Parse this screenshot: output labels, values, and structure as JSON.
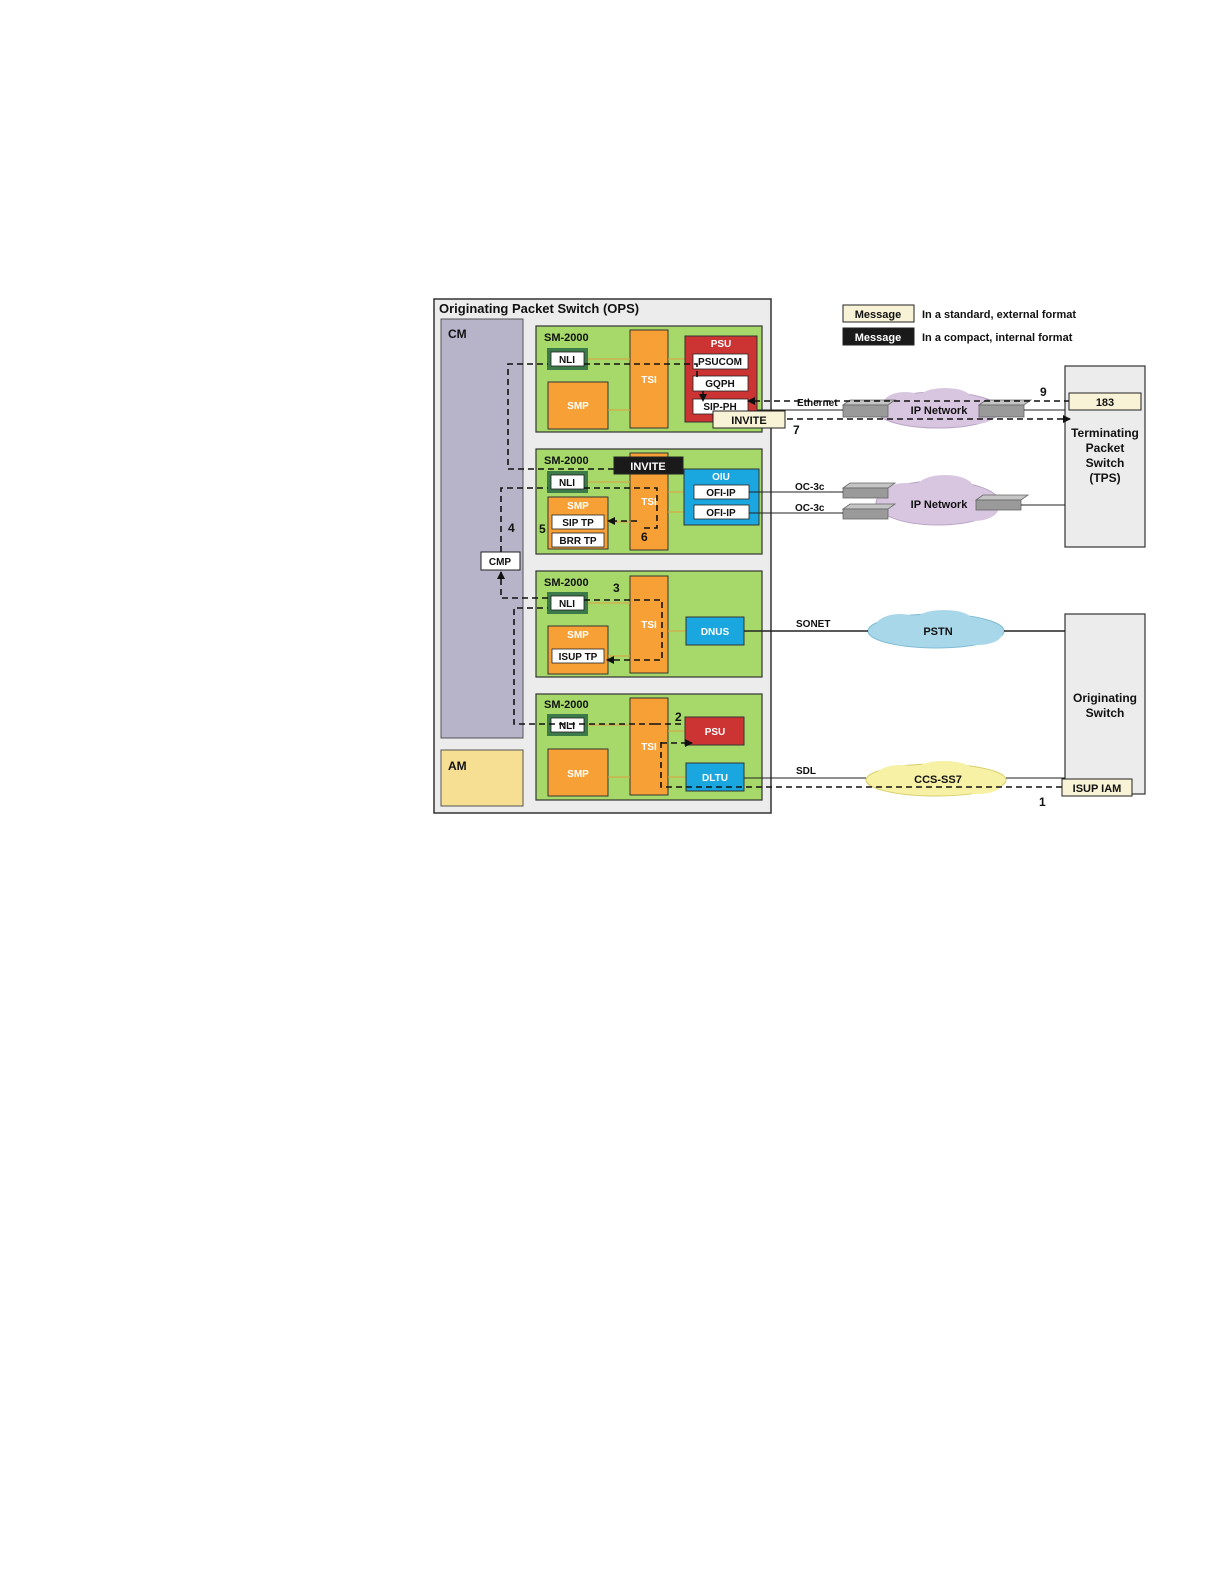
{
  "ops_title": "Originating Packet Switch (OPS)",
  "cm_label": "CM",
  "am_label": "AM",
  "cmp_label": "CMP",
  "legend": [
    {
      "box_text": "Message",
      "description": "In a standard, external format",
      "style": "standard"
    },
    {
      "box_text": "Message",
      "description": "In a compact, internal format",
      "style": "compact"
    }
  ],
  "modules": [
    {
      "title": "SM-2000",
      "nli": "NLI",
      "tsi": "TSI",
      "smp": "SMP",
      "psu": {
        "title": "PSU",
        "items": [
          "PSUCOM",
          "GQPH",
          "SIP-PH"
        ]
      }
    },
    {
      "title": "SM-2000",
      "nli": "NLI",
      "tsi": "TSI",
      "smp": "SMP",
      "smp_items": [
        "SIP TP",
        "BRR TP"
      ],
      "oiu": {
        "title": "OIU",
        "items": [
          "OFI-IP",
          "OFI-IP"
        ]
      }
    },
    {
      "title": "SM-2000",
      "nli": "NLI",
      "tsi": "TSI",
      "smp": "SMP",
      "smp_items": [
        "ISUP TP"
      ],
      "peripheral": "DNUS"
    },
    {
      "title": "SM-2000",
      "nli": "NLI",
      "tsi": "TSI",
      "smp": "SMP",
      "psu_label": "PSU",
      "peripheral": "DLTU"
    }
  ],
  "messages": {
    "invite_external": "INVITE",
    "invite_internal": "INVITE",
    "response_183": "183",
    "isup_iam": "ISUP IAM"
  },
  "links": {
    "ethernet": "Ethernet",
    "oc3c_1": "OC-3c",
    "oc3c_2": "OC-3c",
    "sonet": "SONET",
    "sdl": "SDL"
  },
  "networks": {
    "ip_network_1": "IP Network",
    "ip_network_2": "IP Network",
    "pstn": "PSTN",
    "ccs_ss7": "CCS-SS7"
  },
  "switches": {
    "tps": [
      "Terminating",
      "Packet",
      "Switch",
      "(TPS)"
    ],
    "originating": [
      "Originating",
      "Switch"
    ]
  },
  "steps": [
    "1",
    "2",
    "3",
    "4",
    "5",
    "6",
    "7",
    "9"
  ],
  "colors": {
    "module_green": "#a6d96a",
    "tsi_orange": "#f7a035",
    "psu_red": "#cc3333",
    "oiu_blue": "#1aa7e0",
    "cm_lavender": "#b7b3c9",
    "am_yellow": "#f6df92",
    "ip_cloud": "#d8c6e0",
    "pstn_cloud": "#a9d7ea",
    "ss7_cloud": "#f7f1a5",
    "nli_green": "#3d7a4a",
    "message_external": "#f8f2d6",
    "message_internal": "#1a1a1a"
  }
}
